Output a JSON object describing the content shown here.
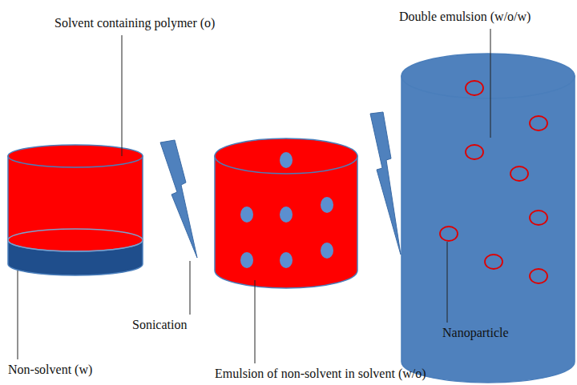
{
  "diagram": {
    "labels": [
      "Double emulsion (w/o/w)",
      "Solvent containing polymer (o)",
      "Sonication",
      "Nanoparticle",
      "Non-solvent (w)",
      "Emulsion of non-solvent in solvent (w/o)"
    ]
  }
}
